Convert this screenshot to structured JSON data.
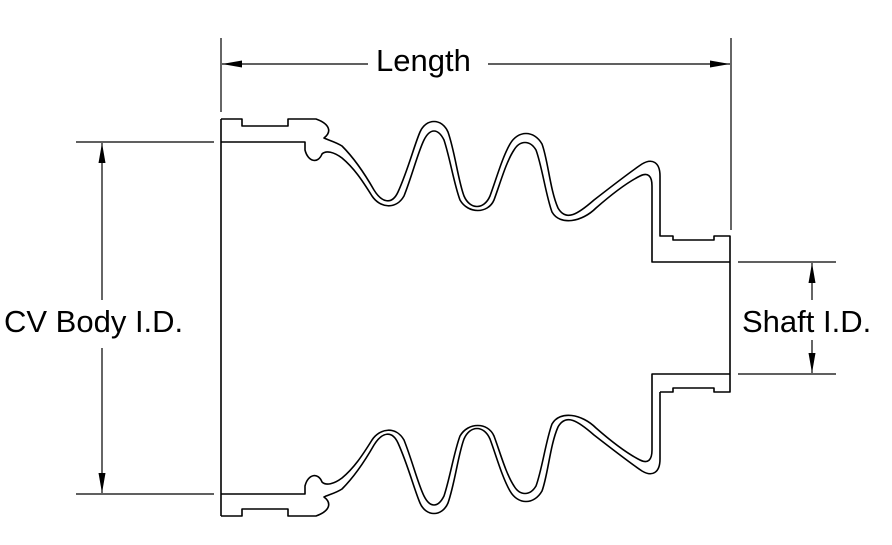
{
  "labels": {
    "length": "Length",
    "cv_body_id": "CV Body I.D.",
    "shaft_id": "Shaft I.D."
  },
  "colors": {
    "line": "#000000",
    "background": "#ffffff"
  }
}
